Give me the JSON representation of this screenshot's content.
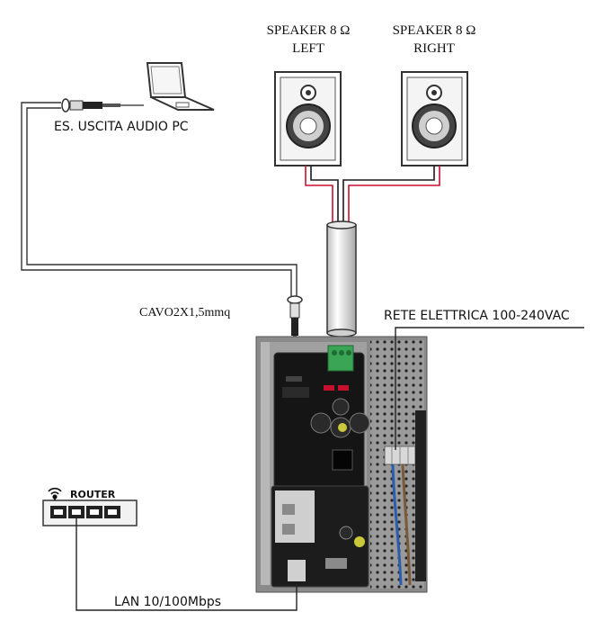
{
  "labels": {
    "speaker_left_line1": "SPEAKER 8 Ω",
    "speaker_left_line2": "LEFT",
    "speaker_right_line1": "SPEAKER 8 Ω",
    "speaker_right_line2": "RIGHT",
    "pc_output": "ES. USCITA AUDIO PC",
    "cable": "CAVO2X1,5mmq",
    "mains": "RETE ELETTRICA 100-240VAC",
    "router": "ROUTER",
    "lan": "LAN 10/100Mbps"
  },
  "colors": {
    "wire_red": "#c8102e",
    "wire_black": "#1a1a1a",
    "terminal_green": "#3aa655",
    "board_black": "#151515",
    "enclosure_gray": "#8a8a8a",
    "mains_blue": "#2a5db0",
    "mains_brown": "#7a5a3a"
  },
  "icons": [
    "laptop-icon",
    "audio-jack-icon",
    "speaker-icon",
    "router-icon",
    "wifi-icon",
    "amplifier-board-icon"
  ]
}
